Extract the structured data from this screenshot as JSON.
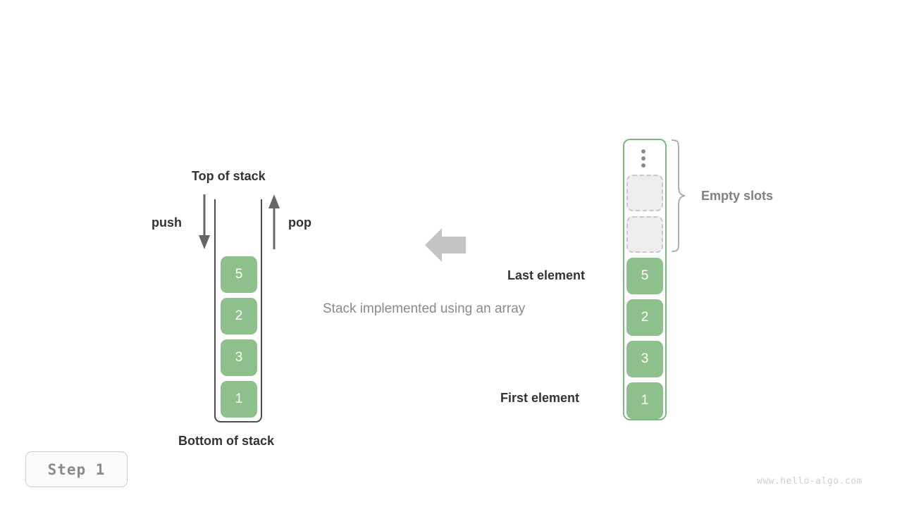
{
  "diagram": {
    "title_caption": "Stack implemented using an array",
    "colors": {
      "cell_fill": "#8ec08c",
      "cell_text": "#ffffff",
      "empty_slot_fill": "#eeeeee",
      "empty_slot_border": "#c8c8c8",
      "array_border": "#7cb87c",
      "wall_stroke": "#4d4d4d",
      "label_dark": "#333333",
      "label_gray": "#808080",
      "caption_gray": "#8a8a8a",
      "watermark": "#cfcfcf"
    }
  },
  "left_stack": {
    "top_label": "Top of stack",
    "bottom_label": "Bottom of stack",
    "push_label": "push",
    "pop_label": "pop",
    "push_icon": "arrow-down-icon",
    "pop_icon": "arrow-up-icon",
    "cells": [
      {
        "value": "5"
      },
      {
        "value": "2"
      },
      {
        "value": "3"
      },
      {
        "value": "1"
      }
    ]
  },
  "center": {
    "arrow_icon": "arrow-left-icon",
    "caption": "Stack implemented using an array"
  },
  "right_array": {
    "ellipsis_icon": "vertical-dots-icon",
    "brace_icon": "curly-brace-icon",
    "empty_slots_label": "Empty slots",
    "last_element_label": "Last element",
    "first_element_label": "First element",
    "empty_slots": [
      {
        "value": ""
      },
      {
        "value": ""
      }
    ],
    "cells": [
      {
        "value": "5"
      },
      {
        "value": "2"
      },
      {
        "value": "3"
      },
      {
        "value": "1"
      }
    ]
  },
  "footer": {
    "step_label": "Step 1",
    "watermark": "www.hello-algo.com"
  }
}
